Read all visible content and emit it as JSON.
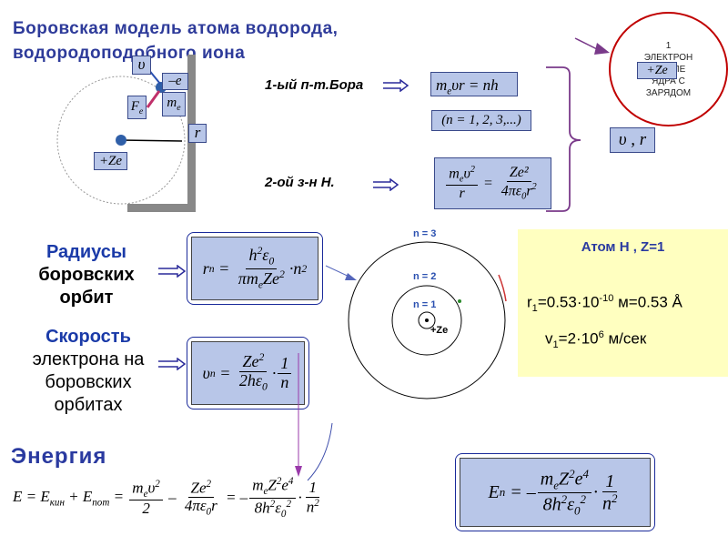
{
  "title_lines": [
    "Боровская модель атома водорода,",
    "водородоподобного иона"
  ],
  "model": {
    "v": "υ",
    "minus_e": "–e",
    "m_e": "m",
    "m_e_sub": "e",
    "F_e": "F",
    "F_e_sub": "e",
    "r": "r",
    "Ze": "+Ze"
  },
  "postulates": {
    "first_label": "1-ый п-т.Бора",
    "first_formula": "m",
    "first_formula_rest": "υr = nh",
    "n_values": "(n = 1, 2, 3,...)",
    "second_label": "2-ой з-н Н.",
    "second_lhs_num": "mυ²",
    "second_rhs_num": "Ze²",
    "second_rhs_den": "4πε₀r²"
  },
  "oval": {
    "lines": [
      "1",
      "ЭЛЕКТРОН",
      "В ПОЛЕ",
      "ЯДРА С",
      "ЗАРЯДОМ"
    ],
    "charge": "+Ze"
  },
  "unknowns": "υ , r",
  "radii": {
    "lines": [
      "Радиусы",
      "боровских",
      "орбит"
    ]
  },
  "speed": {
    "lines_blue": [
      "Скорость"
    ],
    "lines_black": [
      "электрона на",
      "боровских",
      "орбитах"
    ]
  },
  "orbits": {
    "n3": "n = 3",
    "n2": "n = 2",
    "n1": "n = 1",
    "nucleus": "+Ze"
  },
  "atom_box": {
    "heading": "Атом Н , Z=1",
    "r1_prefix": "r",
    "r1_sub": "1",
    "r1_value": "=0.53·10",
    "r1_exp": "-10",
    "r1_unit": " м=0.53 Å",
    "v1_prefix": "v",
    "v1_sub": "1",
    "v1_value": "=2·10",
    "v1_exp": "6",
    "v1_unit": " м/сек"
  },
  "energy": {
    "heading": "Энергия"
  }
}
